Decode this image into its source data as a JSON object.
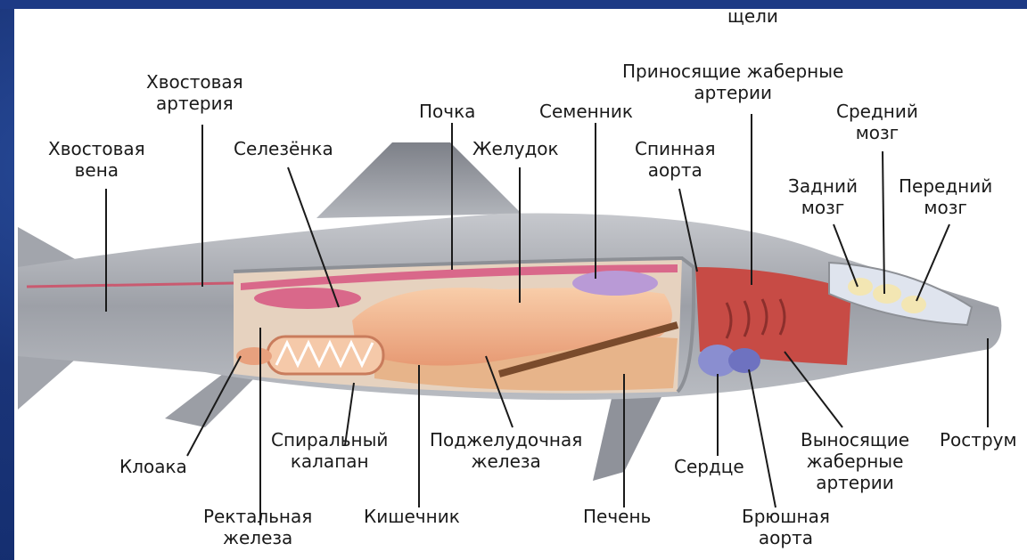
{
  "labels": {
    "top_cut": "щели",
    "caudal_artery_1": "Хвостовая",
    "caudal_artery_2": "артерия",
    "caudal_vein_1": "Хвостовая",
    "caudal_vein_2": "вена",
    "spleen": "Селезёнка",
    "kidney": "Почка",
    "stomach": "Желудок",
    "testis": "Семенник",
    "afferent_1": "Приносящие жаберные",
    "afferent_2": "артерии",
    "dorsal_aorta_1": "Спинная",
    "dorsal_aorta_2": "аорта",
    "midbrain_1": "Средний",
    "midbrain_2": "мозг",
    "hindbrain_1": "Задний",
    "hindbrain_2": "мозг",
    "forebrain_1": "Передний",
    "forebrain_2": "мозг",
    "cloaca": "Клоака",
    "spiral_1": "Спиральный",
    "spiral_2": "калапан",
    "pancreas_1": "Поджелудочная",
    "pancreas_2": "железа",
    "heart": "Сердце",
    "efferent_1": "Выносящие",
    "efferent_2": "жаберные",
    "efferent_3": "артерии",
    "rostrum": "Рострум",
    "rectal_1": "Ректальная",
    "rectal_2": "железа",
    "intestine": "Кишечник",
    "liver": "Печень",
    "ventral_aorta_1": "Брюшная",
    "ventral_aorta_2": "аорта"
  },
  "colors": {
    "background": "#1c3a86",
    "body_gray": "#a9acb3",
    "organ_pink": "#f2b08e",
    "kidney_pink": "#d9688a",
    "gill_red": "#c74b45",
    "brain_cream": "#f3e6b3"
  }
}
